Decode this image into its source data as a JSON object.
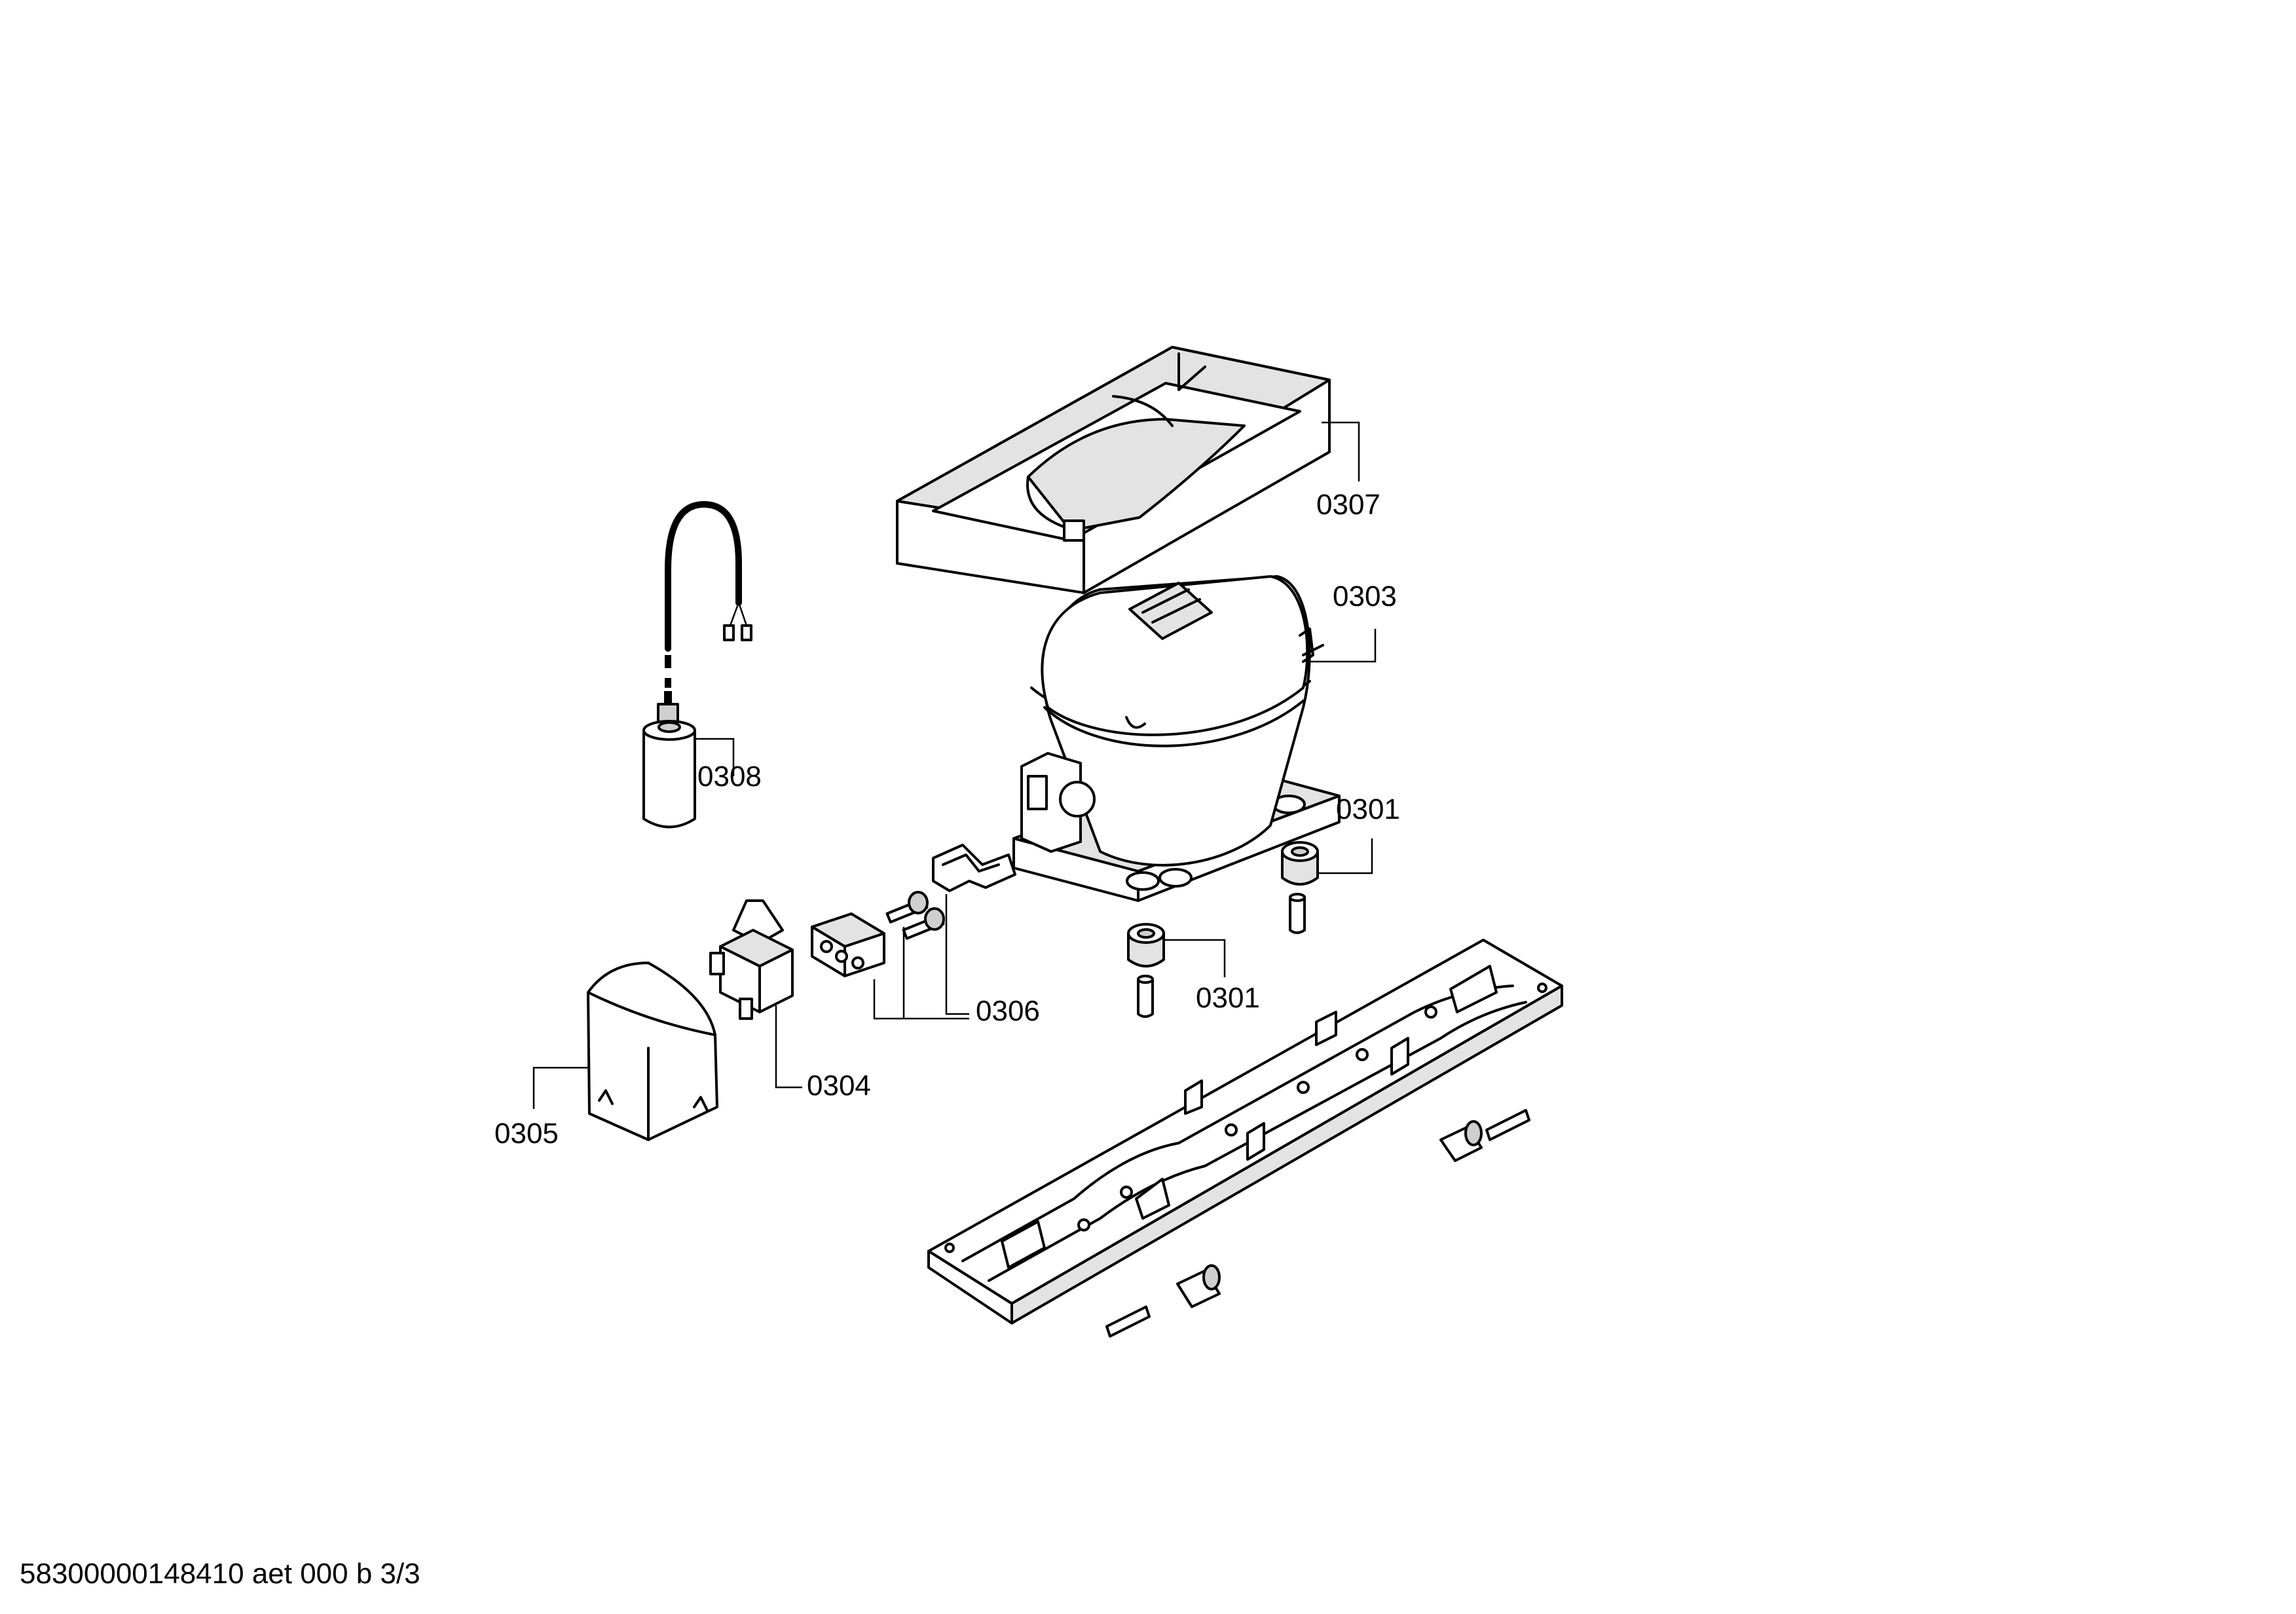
{
  "callouts": {
    "p0301_a": "0301",
    "p0301_b": "0301",
    "p0303": "0303",
    "p0304": "0304",
    "p0305": "0305",
    "p0306": "0306",
    "p0307": "0307",
    "p0308": "0308"
  },
  "footer": {
    "doc_id": "58300000148410 aet 000 b 3/3"
  }
}
